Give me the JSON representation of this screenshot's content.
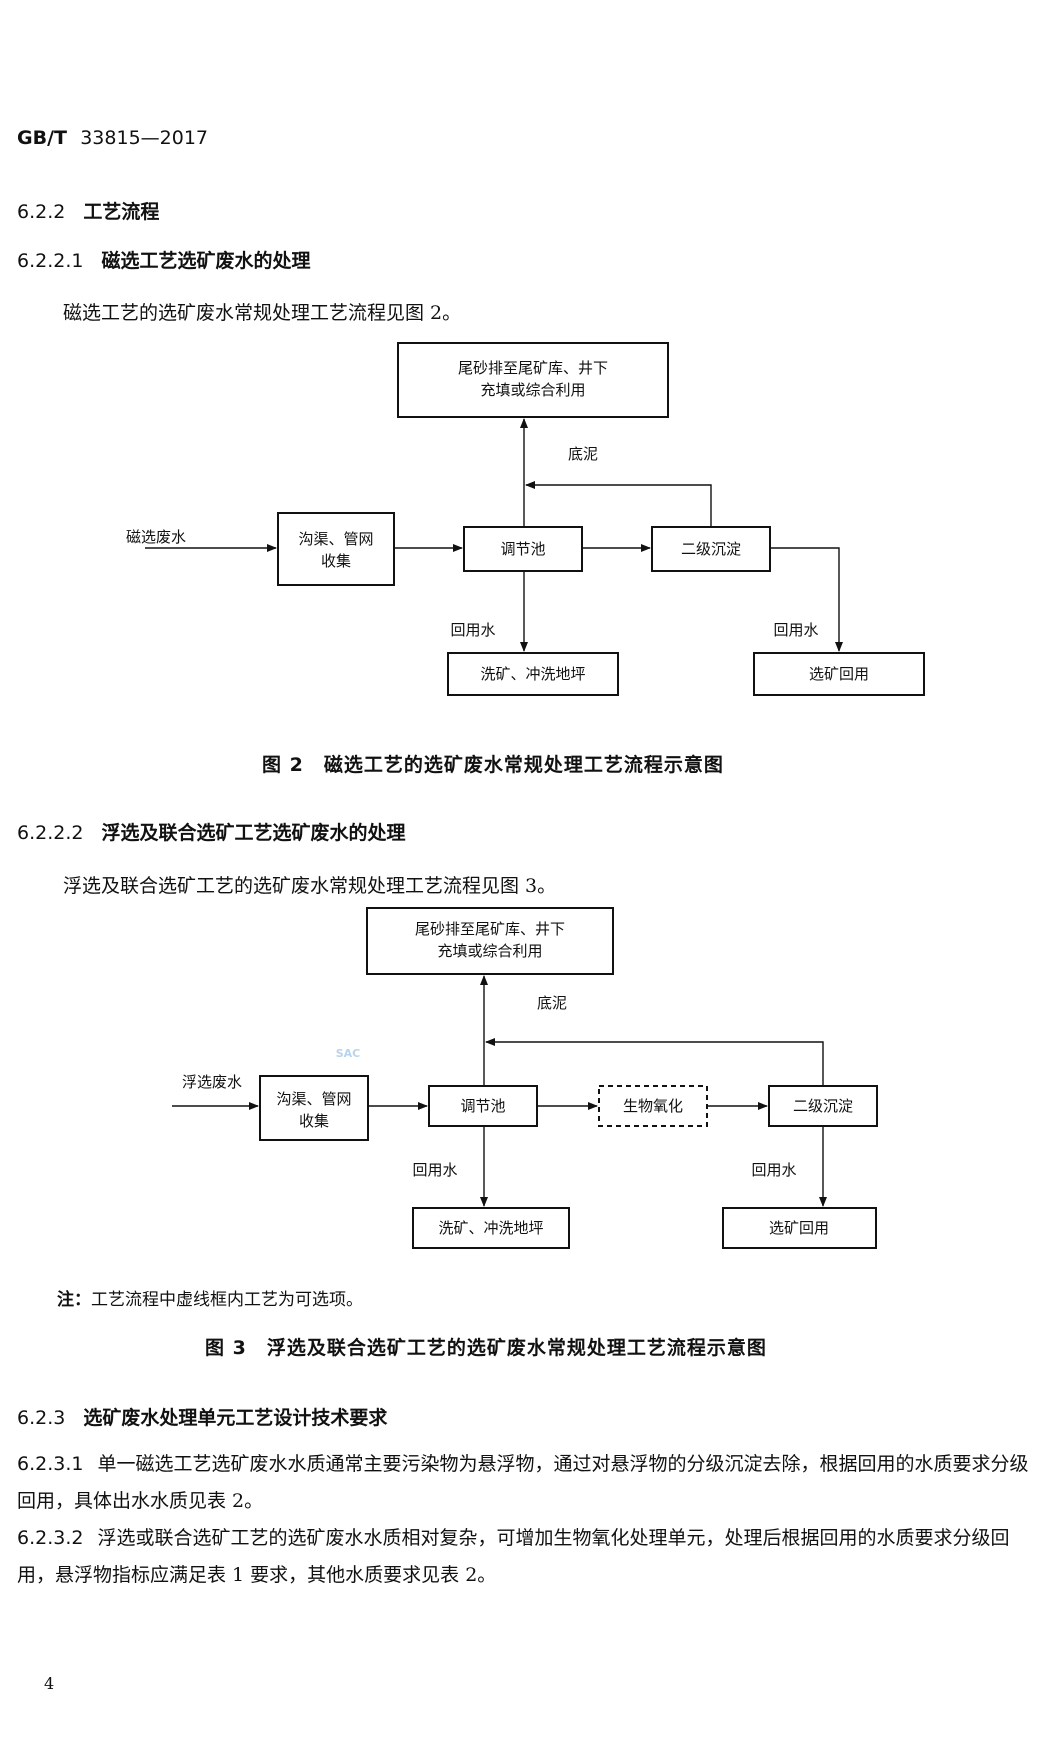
{
  "header": {
    "standard_code": "GB/T",
    "standard_number": "33815—2017"
  },
  "section_622": {
    "number": "6.2.2",
    "title": "工艺流程"
  },
  "section_6221": {
    "number": "6.2.2.1",
    "title": "磁选工艺选矿废水的处理",
    "intro": "磁选工艺的选矿废水常规处理工艺流程见图 2。"
  },
  "figure2": {
    "box_top_line1": "尾砂排至尾矿库、井下",
    "box_top_line2": "充填或综合利用",
    "label_sludge": "底泥",
    "label_input": "磁选废水",
    "box_collect_line1": "沟渠、管网",
    "box_collect_line2": "收集",
    "box_regulate": "调节池",
    "box_sediment": "二级沉淀",
    "label_reuse_left": "回用水",
    "label_reuse_right": "回用水",
    "box_wash": "洗矿、冲洗地坪",
    "box_reuse": "选矿回用",
    "caption": "图 2　磁选工艺的选矿废水常规处理工艺流程示意图"
  },
  "section_6222": {
    "number": "6.2.2.2",
    "title": "浮选及联合选矿工艺选矿废水的处理",
    "intro": "浮选及联合选矿工艺的选矿废水常规处理工艺流程见图 3。"
  },
  "figure3": {
    "box_top_line1": "尾砂排至尾矿库、井下",
    "box_top_line2": "充填或综合利用",
    "label_sludge": "底泥",
    "label_input": "浮选废水",
    "box_collect_line1": "沟渠、管网",
    "box_collect_line2": "收集",
    "box_regulate": "调节池",
    "box_bio": "生物氧化",
    "box_sediment": "二级沉淀",
    "label_reuse_left": "回用水",
    "label_reuse_right": "回用水",
    "box_wash": "洗矿、冲洗地坪",
    "box_reuse": "选矿回用",
    "watermark": "SAC",
    "note_label": "注：",
    "note_text": "工艺流程中虚线框内工艺为可选项。",
    "caption": "图 3　浮选及联合选矿工艺的选矿废水常规处理工艺流程示意图"
  },
  "section_623": {
    "number": "6.2.3",
    "title": "选矿废水处理单元工艺设计技术要求"
  },
  "clause_6231": {
    "number": "6.2.3.1",
    "text": "单一磁选工艺选矿废水水质通常主要污染物为悬浮物，通过对悬浮物的分级沉淀去除，根据回用的水质要求分级回用，具体出水水质见表 2。"
  },
  "clause_6232": {
    "number": "6.2.3.2",
    "text": "浮选或联合选矿工艺的选矿废水水质相对复杂，可增加生物氧化处理单元，处理后根据回用的水质要求分级回用，悬浮物指标应满足表 1 要求，其他水质要求见表 2。"
  },
  "page_number": "4"
}
